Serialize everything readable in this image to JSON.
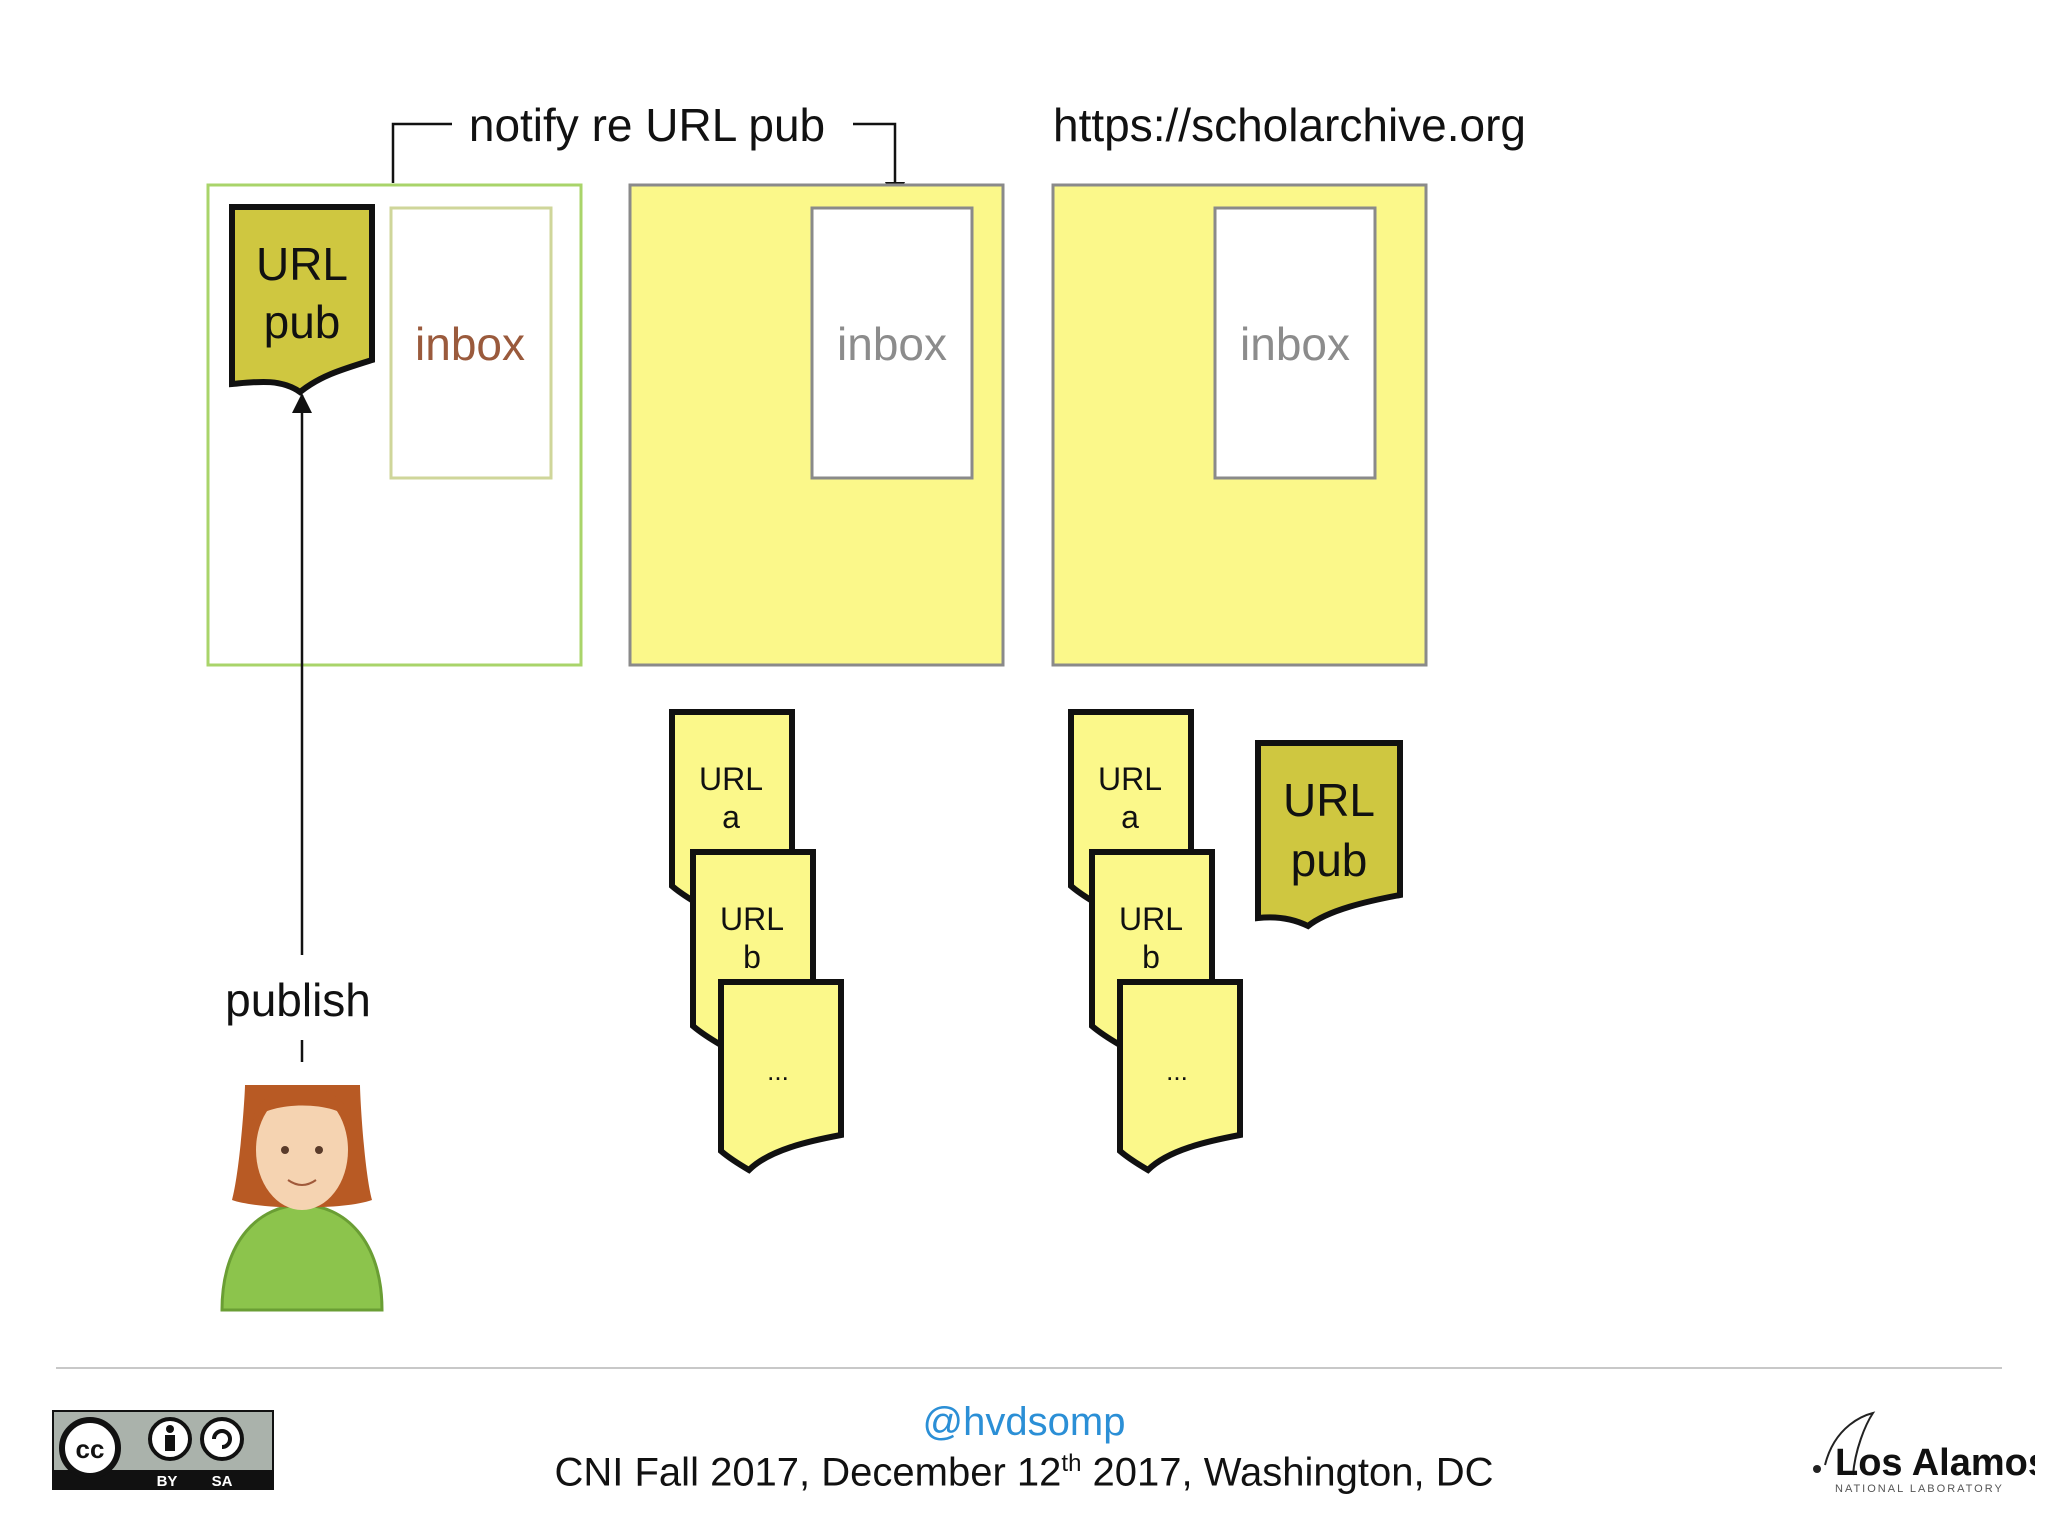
{
  "diagram": {
    "top_label": "notify re URL pub",
    "url_label": "https://scholarchive.org",
    "inbox_label": "inbox",
    "publish_label": "publish",
    "big_doc": {
      "line1": "URL",
      "line2": "pub"
    },
    "stack_docs": [
      {
        "line1": "URL",
        "line2": "a"
      },
      {
        "line1": "URL",
        "line2": "b"
      },
      {
        "line1": "...",
        "line2": ""
      }
    ]
  },
  "footer": {
    "handle": "@hvdsomp",
    "event_pre": "CNI Fall 2017, December 12",
    "event_sup": "th",
    "event_post": " 2017, Washington, DC",
    "cc_by": "BY",
    "cc_sa": "SA",
    "lanl_name": "Los Alamos",
    "lanl_sub": "NATIONAL LABORATORY"
  },
  "colors": {
    "yellow": "#fbf88a",
    "olive": "#cfc740",
    "green_border": "#a9d46a",
    "link_blue": "#2b8fd6"
  }
}
